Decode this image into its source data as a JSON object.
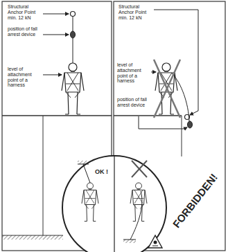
{
  "diagram": {
    "labels": [
      "Structural Anchor Point min. 12 kN",
      "position of fall arrest device",
      "level of attachment point of a harness",
      "Structural Anchor Point min. 12 kN",
      "level of attachment point of a harness",
      "position of fall arrest device",
      "OK !",
      "FORBIDDEN!"
    ]
  }
}
